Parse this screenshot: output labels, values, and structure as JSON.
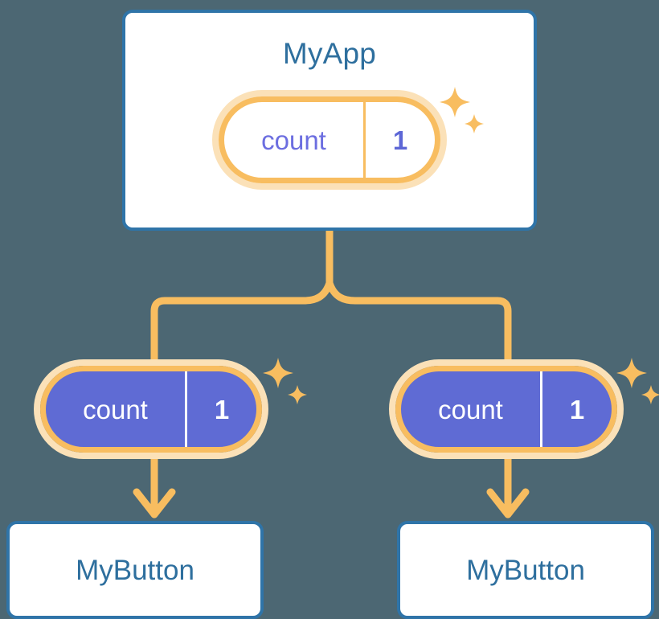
{
  "theme": {
    "background": "#4c6773",
    "card_bg": "#ffffff",
    "card_border": "#2f74a8",
    "title_color": "#2e6f9e",
    "connector": "#f8bd60",
    "pill_ring_outer": "#fbe1b8",
    "pill_ring_inner": "#f8bd60",
    "pill_solid_fill": "#5f6bd4",
    "pill_text_purple": "#6c6ee0",
    "pill_text_white": "#ffffff",
    "sparkle": "#f8bd60"
  },
  "diagram": {
    "type": "component-state-tree",
    "root": {
      "title": "MyApp",
      "state": {
        "key": "count",
        "value": "1"
      }
    },
    "children": [
      {
        "title": "MyButton",
        "state": {
          "key": "count",
          "value": "1"
        }
      },
      {
        "title": "MyButton",
        "state": {
          "key": "count",
          "value": "1"
        }
      }
    ]
  },
  "icons": {
    "sparkle_large": "sparkle-icon",
    "sparkle_small": "sparkle-icon",
    "arrow_down": "arrow-down-icon"
  }
}
